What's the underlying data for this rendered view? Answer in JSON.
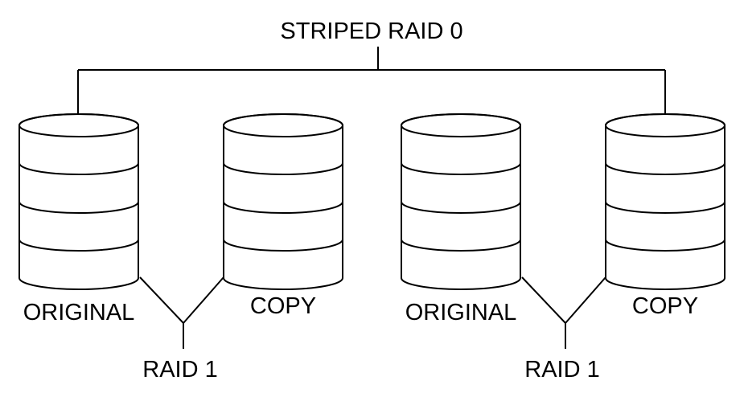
{
  "diagram": {
    "title": "STRIPED RAID 0",
    "groups": [
      {
        "label": "RAID 1",
        "disks": [
          {
            "label": "ORIGINAL"
          },
          {
            "label": "COPY"
          }
        ]
      },
      {
        "label": "RAID 1",
        "disks": [
          {
            "label": "ORIGINAL"
          },
          {
            "label": "COPY"
          }
        ]
      }
    ]
  }
}
